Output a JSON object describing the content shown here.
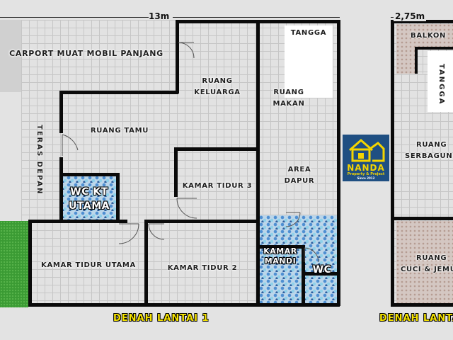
{
  "dimensions": {
    "lantai1_width": "13m",
    "lantai2_width": "2,75m"
  },
  "lantai1": {
    "title": "DENAH LANTAI 1",
    "rooms": {
      "carport": "CARPORT MUAT MOBIL PANJANG",
      "teras": "TERAS DEPAN",
      "ruang_tamu": "RUANG TAMU",
      "ruang_keluarga_1": "RUANG",
      "ruang_keluarga_2": "KELUARGA",
      "ruang_makan_1": "RUANG",
      "ruang_makan_2": "MAKAN",
      "tangga": "TANGGA",
      "area_dapur_1": "AREA",
      "area_dapur_2": "DAPUR",
      "kamar_tidur_3": "KAMAR TIDUR 3",
      "wc_kt_utama_1": "WC KT",
      "wc_kt_utama_2": "UTAMA",
      "kamar_tidur_utama": "KAMAR TIDUR UTAMA",
      "kamar_tidur_2": "KAMAR TIDUR 2",
      "kamar_mandi_1": "KAMAR",
      "kamar_mandi_2": "MANDI",
      "wc": "WC"
    }
  },
  "lantai2": {
    "title": "DENAH LANTA",
    "rooms": {
      "balkon": "BALKON",
      "tangga": "TANGGA",
      "ruang_serbaguna_1": "RUANG",
      "ruang_serbaguna_2": "SERBAGUN",
      "ruang_cuci_1": "RUANG",
      "ruang_cuci_2": "CUCI & JEMU"
    }
  },
  "logo": {
    "brand": "NANDA",
    "tagline": "Property & Project",
    "since": "Since 2012",
    "colors": {
      "background": "#1f4f82",
      "accent": "#f4d400"
    }
  }
}
